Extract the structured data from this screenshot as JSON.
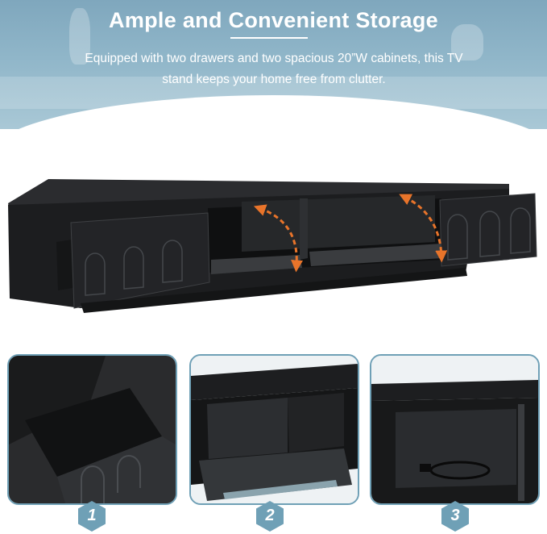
{
  "header": {
    "title": "Ample and Convenient Storage",
    "subtitle_line1": "Equipped with two drawers and two spacious 20”W cabinets, this TV",
    "subtitle_line2": "stand keeps your home free from clutter."
  },
  "detail_panels": [
    {
      "number": "1",
      "subject": "open drawer"
    },
    {
      "number": "2",
      "subject": "flip-down cabinet door"
    },
    {
      "number": "3",
      "subject": "cable outlet in cabinet"
    }
  ],
  "colors": {
    "banner": "#86adc2",
    "accent": "#6fa0b6",
    "furniture": "#1e1f21",
    "arrow": "#e8742a"
  }
}
